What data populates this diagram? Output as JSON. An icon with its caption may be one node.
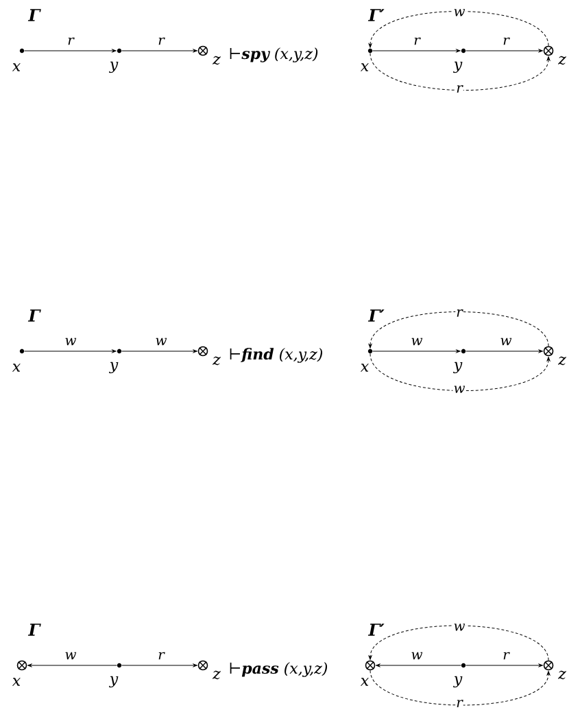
{
  "diagram": {
    "nodes": [
      {
        "text": [],
        "shape": "dot",
        "beside": [
          "x"
        ]
      },
      {
        "text": [],
        "shape": "dot",
        "beside": [
          "y"
        ]
      },
      {
        "text": [],
        "shape": "crossed-circle",
        "beside": [
          "z"
        ]
      },
      {
        "text": [],
        "shape": "dot",
        "beside": [
          "x"
        ]
      },
      {
        "text": [],
        "shape": "dot",
        "beside": [
          "y"
        ]
      },
      {
        "text": [],
        "shape": "crossed-circle",
        "beside": [
          "z"
        ]
      },
      {
        "text": [],
        "shape": "dot",
        "beside": [
          "x"
        ]
      },
      {
        "text": [],
        "shape": "dot",
        "beside": [
          "y"
        ]
      },
      {
        "text": [],
        "shape": "crossed-circle",
        "beside": [
          "z"
        ]
      },
      {
        "text": [],
        "shape": "dot",
        "beside": [
          "x"
        ]
      },
      {
        "text": [],
        "shape": "dot",
        "beside": [
          "y"
        ]
      },
      {
        "text": [],
        "shape": "crossed-circle",
        "beside": [
          "z"
        ]
      },
      {
        "text": [],
        "shape": "crossed-circle",
        "beside": [
          "x"
        ]
      },
      {
        "text": [],
        "shape": "dot",
        "beside": [
          "y"
        ]
      },
      {
        "text": [],
        "shape": "crossed-circle",
        "beside": [
          "z"
        ]
      },
      {
        "text": [],
        "shape": "crossed-circle",
        "beside": [
          "x"
        ]
      },
      {
        "text": [],
        "shape": "dot",
        "beside": [
          "y"
        ]
      },
      {
        "text": [],
        "shape": "crossed-circle",
        "beside": [
          "z"
        ]
      }
    ],
    "edges": [
      {
        "from": 0,
        "to": 1,
        "arrow": "to",
        "label": "r"
      },
      {
        "from": 1,
        "to": 2,
        "arrow": "to",
        "label": "r"
      },
      {
        "from": 3,
        "to": 4,
        "arrow": "to",
        "label": "r"
      },
      {
        "from": 4,
        "to": 5,
        "arrow": "to",
        "label": "r"
      },
      {
        "from": 5,
        "to": 3,
        "arrow": "to",
        "label": "w",
        "style": "dashed"
      },
      {
        "from": 3,
        "to": 5,
        "arrow": "to",
        "label": "r",
        "style": "dashed"
      },
      {
        "from": 6,
        "to": 7,
        "arrow": "to",
        "label": "w"
      },
      {
        "from": 7,
        "to": 8,
        "arrow": "to",
        "label": "w"
      },
      {
        "from": 9,
        "to": 10,
        "arrow": "to",
        "label": "w"
      },
      {
        "from": 10,
        "to": 11,
        "arrow": "to",
        "label": "w"
      },
      {
        "from": 11,
        "to": 9,
        "arrow": "to",
        "label": "r",
        "style": "dashed"
      },
      {
        "from": 9,
        "to": 11,
        "arrow": "to",
        "label": "w",
        "style": "dashed"
      },
      {
        "from": 13,
        "to": 12,
        "arrow": "to",
        "label": "w"
      },
      {
        "from": 13,
        "to": 14,
        "arrow": "to",
        "label": "r"
      },
      {
        "from": 16,
        "to": 15,
        "arrow": "to",
        "label": "w"
      },
      {
        "from": 16,
        "to": 17,
        "arrow": "to",
        "label": "r"
      },
      {
        "from": 17,
        "to": 15,
        "arrow": "to",
        "label": "w",
        "style": "dashed"
      },
      {
        "from": 15,
        "to": 17,
        "arrow": "to",
        "label": "r",
        "style": "dashed"
      }
    ],
    "labels": [
      "Γ",
      "Γ′",
      "⊢**spy** (x,y,z)",
      "Γ",
      "Γ′",
      "⊢**find** (x,y,z)",
      "Γ",
      "Γ′",
      "⊢**pass** (x,y,z)"
    ]
  }
}
